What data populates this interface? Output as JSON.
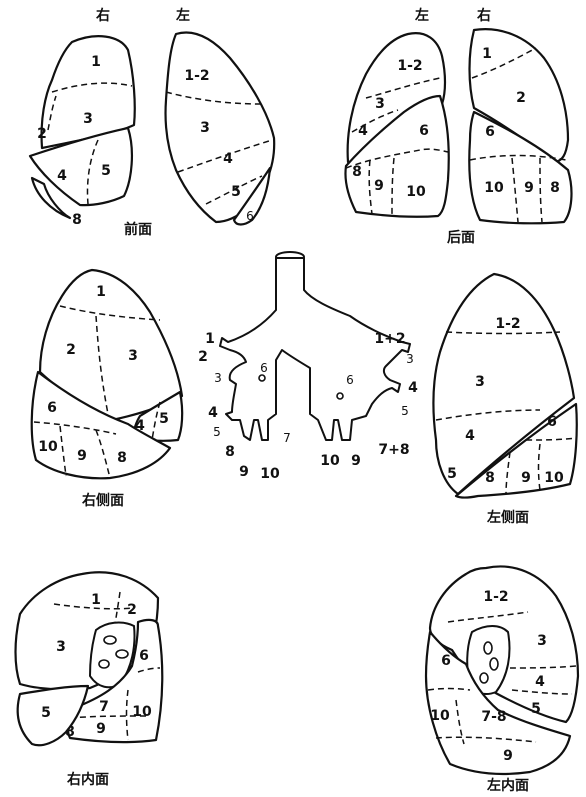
{
  "colors": {
    "ink": "#111111",
    "paper": "#ffffff"
  },
  "captions": {
    "front_right_side": "右",
    "front_left_side": "左",
    "back_left_side": "左",
    "back_right_side": "右",
    "front": "前面",
    "back": "后面",
    "right_lateral": "右侧面",
    "left_lateral": "左侧面",
    "right_medial": "右内面",
    "left_medial": "左内面"
  },
  "front_right": {
    "s1": "1",
    "s2": "2",
    "s3": "3",
    "s4": "4",
    "s5": "5",
    "s8": "8"
  },
  "front_left": {
    "s12": "1-2",
    "s3": "3",
    "s4": "4",
    "s5": "5",
    "s6": "6"
  },
  "back_left": {
    "s12": "1-2",
    "s3": "3",
    "s4": "4",
    "s6": "6",
    "s8": "8",
    "s9": "9",
    "s10": "10"
  },
  "back_right": {
    "s1": "1",
    "s2": "2",
    "s6": "6",
    "s10": "10",
    "s9": "9",
    "s8": "8"
  },
  "right_lat": {
    "s1": "1",
    "s2": "2",
    "s3": "3",
    "s6": "6",
    "s4": "4",
    "s5": "5",
    "s10": "10",
    "s9": "9",
    "s8": "8"
  },
  "left_lat": {
    "s12": "1-2",
    "s3": "3",
    "s4": "4",
    "s6": "6",
    "s5": "5",
    "s8": "8",
    "s9": "9",
    "s10": "10"
  },
  "tree": {
    "r1": "1",
    "r2": "2",
    "r3": "3",
    "r4": "4",
    "r5": "5",
    "r6": "6",
    "r8": "8",
    "r9": "9",
    "r10": "10",
    "r7": "7",
    "l12": "1+2",
    "l3": "3",
    "l4": "4",
    "l5": "5",
    "l6": "6",
    "l10": "10",
    "l9": "9",
    "l78": "7+8"
  },
  "right_med": {
    "s1": "1",
    "s2": "2",
    "s3": "3",
    "s6": "6",
    "s5": "5",
    "s7": "7",
    "s10": "10",
    "s8": "8",
    "s9": "9"
  },
  "left_med": {
    "s12": "1-2",
    "s3": "3",
    "s6": "6",
    "s4": "4",
    "s5": "5",
    "s10": "10",
    "s78": "7-8",
    "s9": "9"
  }
}
